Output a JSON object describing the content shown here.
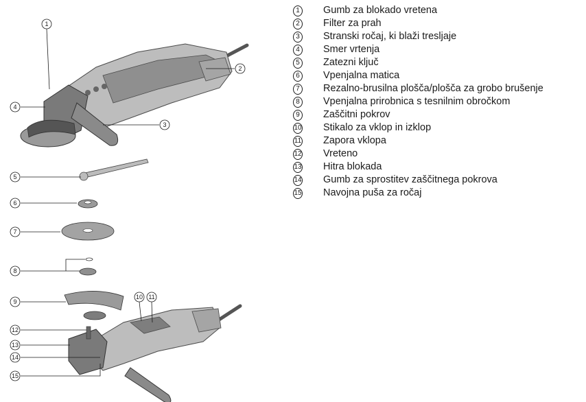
{
  "legend": [
    {
      "num": "1",
      "text": "Gumb za blokado vretena"
    },
    {
      "num": "2",
      "text": "Filter za prah"
    },
    {
      "num": "3",
      "text": "Stranski ročaj, ki blaži tresljaje"
    },
    {
      "num": "4",
      "text": "Smer vrtenja"
    },
    {
      "num": "5",
      "text": "Zatezni ključ"
    },
    {
      "num": "6",
      "text": "Vpenjalna matica"
    },
    {
      "num": "7",
      "text": "Rezalno-brusilna plošča/plošča za grobo brušenje"
    },
    {
      "num": "8",
      "text": "Vpenjalna prirobnica s tesnilnim obročkom"
    },
    {
      "num": "9",
      "text": "Zaščitni pokrov"
    },
    {
      "num": "10",
      "text": "Stikalo za vklop in izklop"
    },
    {
      "num": "11",
      "text": "Zapora vklopa"
    },
    {
      "num": "12",
      "text": "Vreteno"
    },
    {
      "num": "13",
      "text": "Hitra blokada"
    },
    {
      "num": "14",
      "text": "Gumb za sprostitev zaščitnega pokrova"
    },
    {
      "num": "15",
      "text": "Navojna puša za ročaj"
    }
  ],
  "callouts": {
    "c1": "1",
    "c2": "2",
    "c3": "3",
    "c4": "4",
    "c5": "5",
    "c6": "6",
    "c7": "7",
    "c8": "8",
    "c9": "9",
    "c10": "10",
    "c11": "11",
    "c12": "12",
    "c13": "13",
    "c14": "14",
    "c15": "15"
  }
}
